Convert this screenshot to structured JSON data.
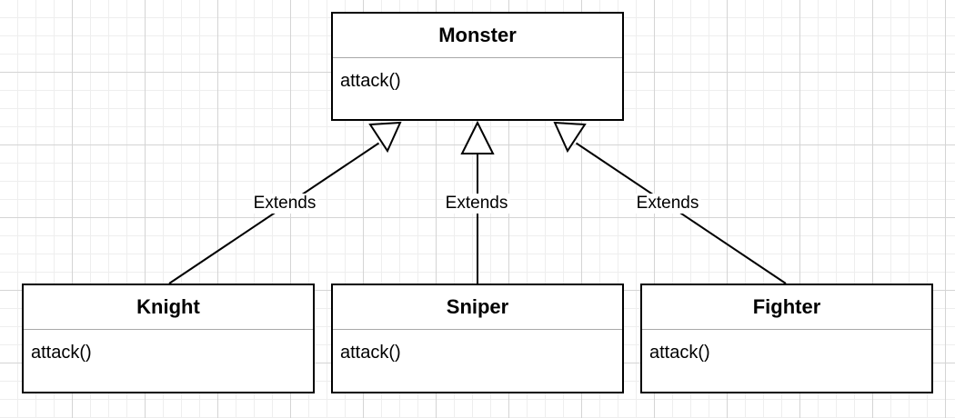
{
  "classes": {
    "monster": {
      "name": "Monster",
      "method": "attack()"
    },
    "knight": {
      "name": "Knight",
      "method": "attack()"
    },
    "sniper": {
      "name": "Sniper",
      "method": "attack()"
    },
    "fighter": {
      "name": "Fighter",
      "method": "attack()"
    }
  },
  "relations": [
    {
      "from": "Knight",
      "to": "Monster",
      "label": "Extends"
    },
    {
      "from": "Sniper",
      "to": "Monster",
      "label": "Extends"
    },
    {
      "from": "Fighter",
      "to": "Monster",
      "label": "Extends"
    }
  ]
}
